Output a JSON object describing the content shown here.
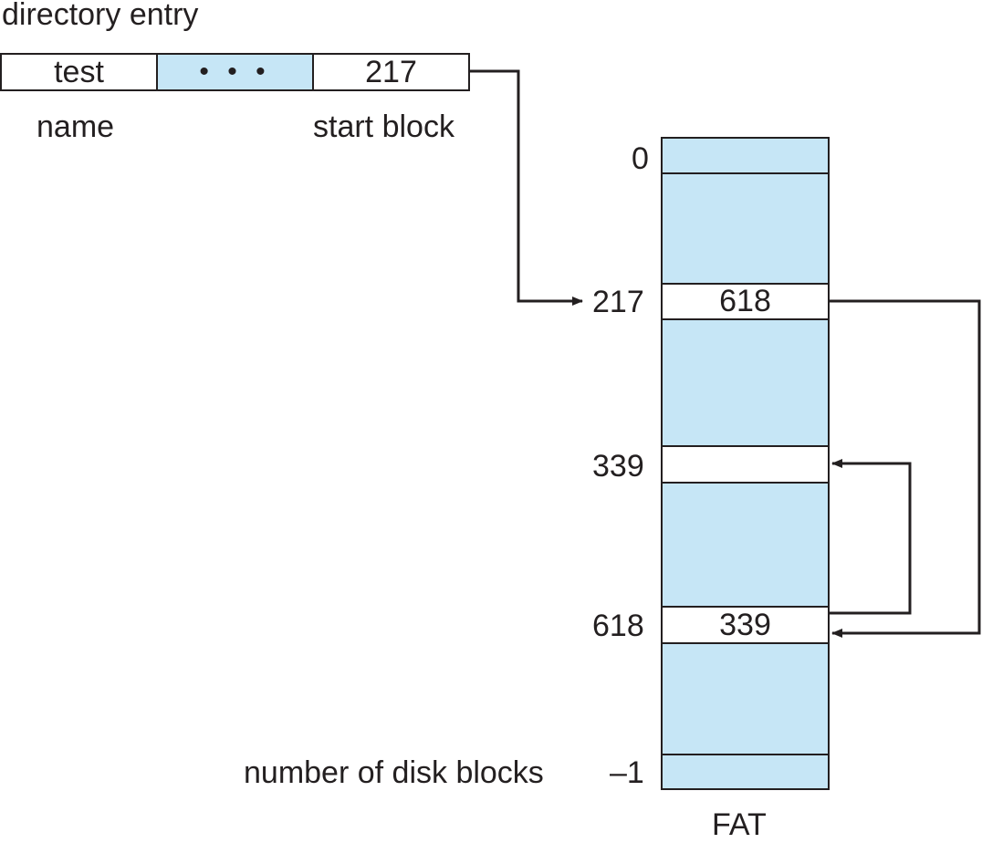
{
  "colors": {
    "fill": "#c6e6f6",
    "stroke": "#231f20",
    "blank": "#ffffff"
  },
  "directory": {
    "title": "directory entry",
    "name_value": "test",
    "ellipsis": "• • •",
    "start_value": "217",
    "name_label": "name",
    "start_label": "start block"
  },
  "fat": {
    "caption": "FAT",
    "indices": {
      "first": "0",
      "a": "217",
      "b": "339",
      "c": "618",
      "last": "–1"
    },
    "entries": {
      "at_217": "618",
      "at_339": "",
      "at_618": "339"
    },
    "last_label": "number of disk blocks"
  }
}
